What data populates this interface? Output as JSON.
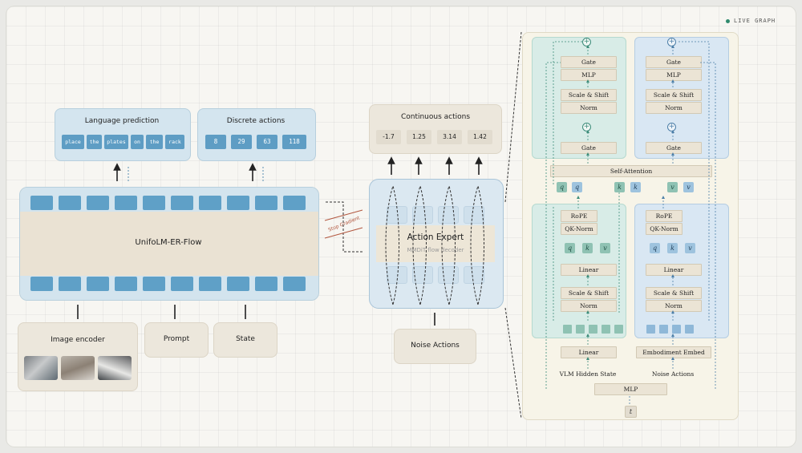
{
  "header": {
    "badge": "LIVE GRAPH"
  },
  "vlm": {
    "name": "UnifoLM-ER-Flow",
    "language_prediction": {
      "title": "Language prediction",
      "tokens": [
        "place",
        "the",
        "plates",
        "on",
        "the",
        "rack"
      ]
    },
    "discrete_actions": {
      "title": "Discrete actions",
      "values": [
        "8",
        "29",
        "63",
        "118"
      ]
    },
    "inputs": {
      "image_encoder": "Image encoder",
      "prompt": "Prompt",
      "state": "State"
    },
    "stop_gradient": "Stop Gradient"
  },
  "action_expert": {
    "title": "Action Expert",
    "subtitle": "MMDiT flow decoder",
    "continuous_actions": {
      "title": "Continuous actions",
      "values": [
        "-1.7",
        "1.25",
        "3.14",
        "1.42"
      ]
    },
    "noise_input": "Noise Actions"
  },
  "mmdit": {
    "gate": "Gate",
    "mlp": "MLP",
    "scale_shift": "Scale & Shift",
    "norm": "Norm",
    "self_attention": "Self-Attention",
    "rope": "RoPE",
    "qk_norm": "QK-Norm",
    "linear": "Linear",
    "embodiment_embed": "Embodiment Embed",
    "vlm_hidden_state": "VLM Hidden State",
    "noise_actions": "Noise Actions",
    "bottom_mlp": "MLP",
    "q": "q",
    "k": "k",
    "v": "v",
    "t": "t"
  },
  "colors": {
    "accent_blue": "#5fa0c7",
    "accent_green": "#8fc2b3",
    "cream": "#ece7dc",
    "live_dot": "#2f8a6d"
  }
}
